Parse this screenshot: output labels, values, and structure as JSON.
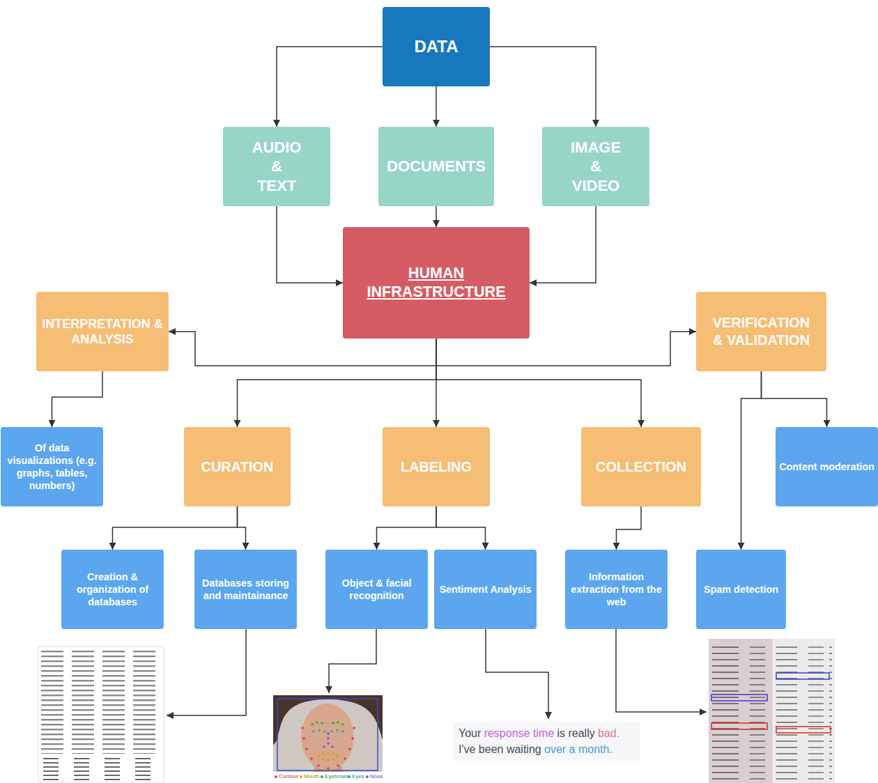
{
  "diagram": {
    "nodes": [
      {
        "text": [
          "DATA"
        ]
      },
      {
        "text": [
          "AUDIO & TEXT"
        ]
      },
      {
        "text": [
          "DOCUMENTS"
        ]
      },
      {
        "text": [
          "IMAGE & VIDEO"
        ]
      },
      {
        "text": [
          "HUMAN INFRASTRUCTURE"
        ]
      },
      {
        "text": [
          "INTERPRETATION & ANALYSIS"
        ]
      },
      {
        "text": [
          "VERIFICATION & VALIDATION"
        ]
      },
      {
        "text": [
          "Of data visualizations (e.g. graphs, tables, numbers)"
        ]
      },
      {
        "text": [
          "CURATION"
        ]
      },
      {
        "text": [
          "LABELING"
        ]
      },
      {
        "text": [
          "COLLECTION"
        ]
      },
      {
        "text": [
          "Content moderation"
        ]
      },
      {
        "text": [
          "Creation & organization of databases"
        ]
      },
      {
        "text": [
          "Databases storing and maintainance"
        ]
      },
      {
        "text": [
          "Object & facial recognition"
        ]
      },
      {
        "text": [
          "Sentiment Analysis"
        ]
      },
      {
        "text": [
          "Information extraction from the web"
        ]
      },
      {
        "text": [
          "Spam detection"
        ]
      }
    ],
    "edges": [
      {
        "from": 0,
        "to": 1,
        "arrow": "to"
      },
      {
        "from": 0,
        "to": 2,
        "arrow": "to"
      },
      {
        "from": 0,
        "to": 3,
        "arrow": "to"
      },
      {
        "from": 1,
        "to": 4,
        "arrow": "to"
      },
      {
        "from": 2,
        "to": 4,
        "arrow": "to"
      },
      {
        "from": 3,
        "to": 4,
        "arrow": "to"
      },
      {
        "from": 4,
        "to": 5,
        "arrow": "to"
      },
      {
        "from": 4,
        "to": 6,
        "arrow": "to"
      },
      {
        "from": 4,
        "to": 8,
        "arrow": "to"
      },
      {
        "from": 4,
        "to": 9,
        "arrow": "to"
      },
      {
        "from": 4,
        "to": 10,
        "arrow": "to"
      },
      {
        "from": 5,
        "to": 7,
        "arrow": "to"
      },
      {
        "from": 6,
        "to": 11,
        "arrow": "to"
      },
      {
        "from": 6,
        "to": 17,
        "arrow": "to"
      },
      {
        "from": 8,
        "to": 12,
        "arrow": "to"
      },
      {
        "from": 8,
        "to": 13,
        "arrow": "to"
      },
      {
        "from": 9,
        "to": 14,
        "arrow": "to"
      },
      {
        "from": 9,
        "to": 15,
        "arrow": "to"
      },
      {
        "from": 10,
        "to": 16,
        "arrow": "to"
      }
    ],
    "labels": [
      "Your",
      "response time",
      "is really",
      "bad.",
      "I've been waiting",
      "over a month.",
      "Contour",
      "Mouth",
      "Eyebrows",
      "Eyes",
      "Nose"
    ]
  }
}
